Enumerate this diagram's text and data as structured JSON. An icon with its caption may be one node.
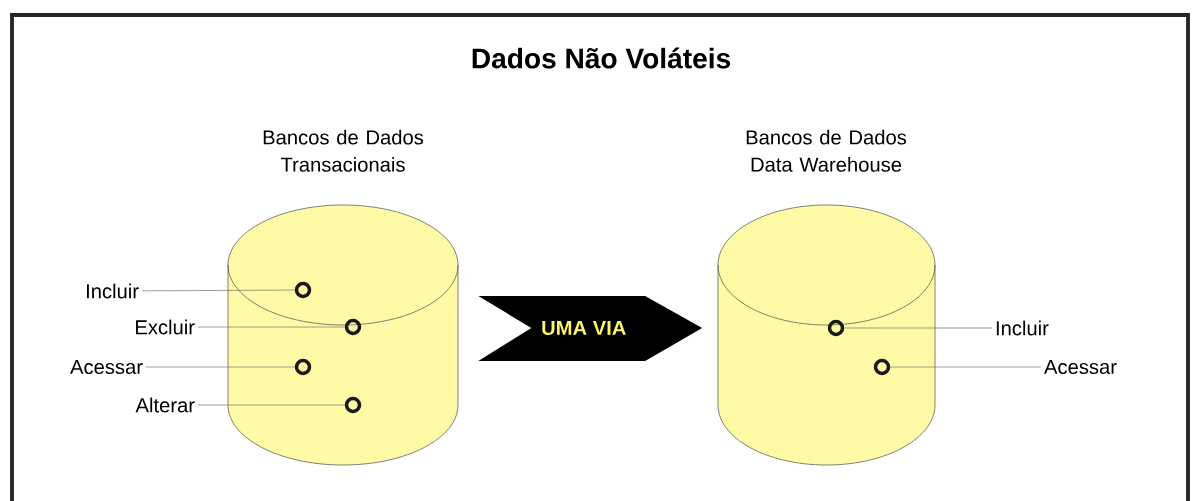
{
  "diagram": {
    "title": "Dados Não Voláteis",
    "nodes": [
      {
        "text": [
          "Bancos de Dados Transacionais"
        ]
      },
      {
        "text": [
          "Bancos de Dados Data Warehouse"
        ]
      },
      {
        "text": [
          "Incluir"
        ]
      },
      {
        "text": [],
        "shape": "circle",
        "in": 0
      },
      {
        "text": [
          "Excluir"
        ]
      },
      {
        "text": [],
        "shape": "circle",
        "in": 0
      },
      {
        "text": [
          "Acessar"
        ]
      },
      {
        "text": [],
        "shape": "circle",
        "in": 0
      },
      {
        "text": [
          "Alterar"
        ]
      },
      {
        "text": [],
        "shape": "circle",
        "in": 0
      },
      {
        "text": [],
        "shape": "circle",
        "in": 1
      },
      {
        "text": [
          "Incluir"
        ]
      },
      {
        "text": [],
        "shape": "circle",
        "in": 1
      },
      {
        "text": [
          "Acessar"
        ]
      }
    ],
    "edges": [
      {
        "from": 0,
        "to": 1,
        "arrow": "to",
        "label": "UMA VIA"
      },
      {
        "from": 2,
        "to": 3,
        "arrow": "none"
      },
      {
        "from": 4,
        "to": 5,
        "arrow": "none"
      },
      {
        "from": 6,
        "to": 7,
        "arrow": "none"
      },
      {
        "from": 8,
        "to": 9,
        "arrow": "none"
      },
      {
        "from": 10,
        "to": 11,
        "arrow": "none"
      },
      {
        "from": 12,
        "to": 13,
        "arrow": "none"
      }
    ]
  }
}
